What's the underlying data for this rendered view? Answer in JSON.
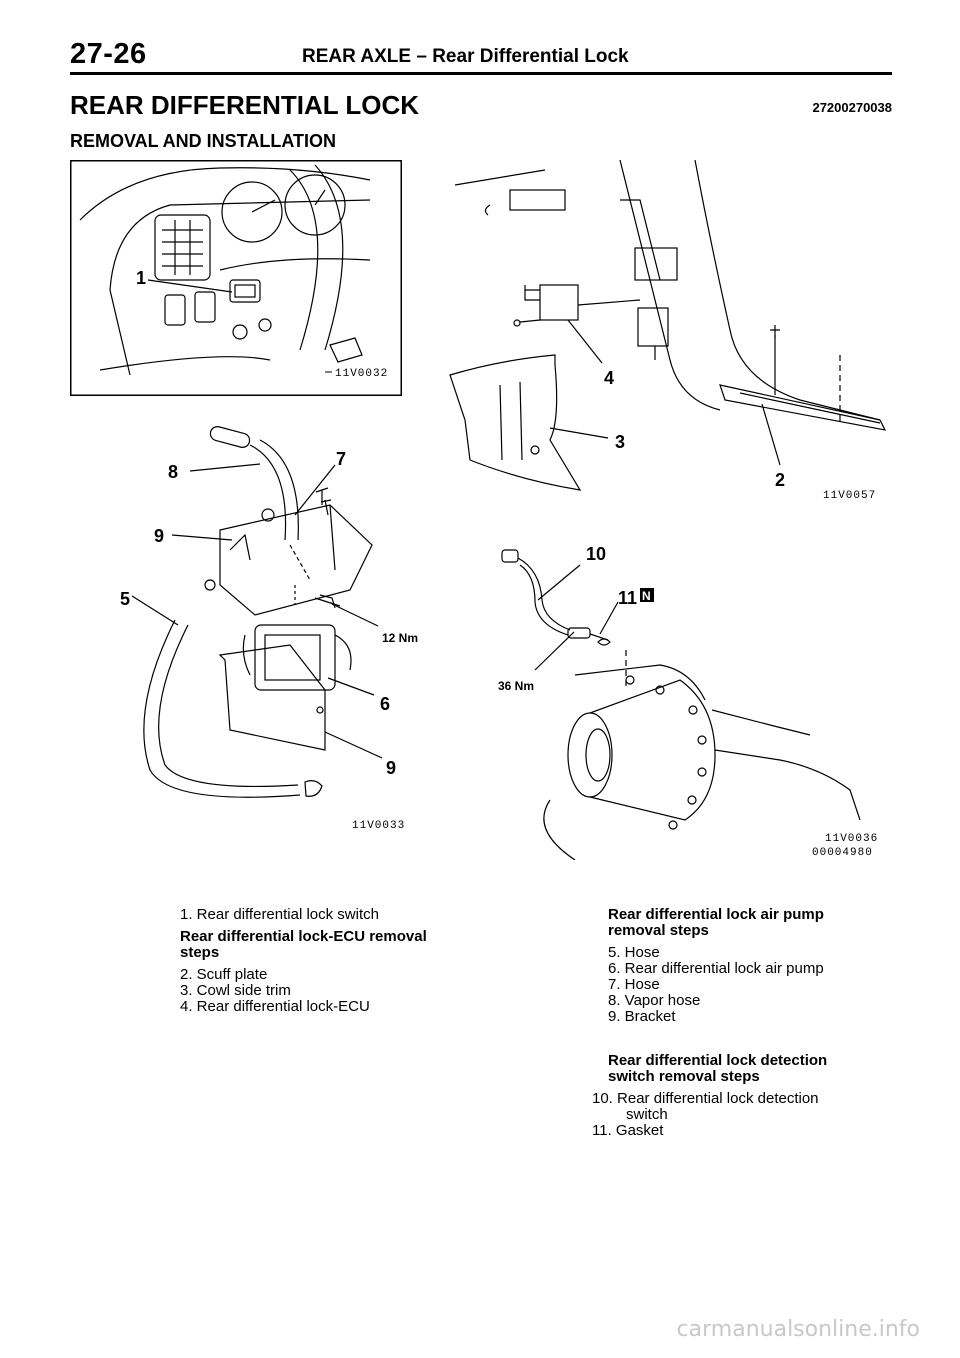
{
  "header": {
    "page_number": "27-26",
    "title": "REAR AXLE – Rear Differential Lock"
  },
  "section": {
    "title": "REAR DIFFERENTIAL LOCK",
    "code": "27200270038",
    "subtitle": "REMOVAL AND INSTALLATION"
  },
  "figures": {
    "dash": {
      "code": "11V0032",
      "callouts": [
        "1"
      ]
    },
    "cowl": {
      "code": "11V0057",
      "callouts": [
        "4",
        "3",
        "2"
      ]
    },
    "pump": {
      "code": "11V0033",
      "callouts": [
        "8",
        "7",
        "9",
        "5",
        "6",
        "9"
      ],
      "torque": "12 Nm"
    },
    "axle": {
      "code": "11V0036",
      "code2": "00004980",
      "callouts": [
        "10",
        "11"
      ],
      "torque": "36 Nm",
      "badge": "N"
    }
  },
  "parts_left": {
    "item1": "1. Rear differential lock switch",
    "ecu_heading": "Rear differential lock-ECU removal steps",
    "ecu_steps": [
      "2. Scuff plate",
      "3. Cowl side trim",
      "4. Rear differential lock-ECU"
    ]
  },
  "parts_right": {
    "pump_heading": "Rear differential lock air pump removal steps",
    "pump_steps": [
      "5. Hose",
      "6. Rear differential lock air pump",
      "7. Hose",
      "8. Vapor hose",
      "9. Bracket"
    ],
    "switch_heading": "Rear differential lock detection switch removal steps",
    "switch_step10": "10. Rear differential lock detection",
    "switch_step10_cont": "switch",
    "switch_step11": "11. Gasket"
  },
  "watermark": "carmanualsonline.info"
}
